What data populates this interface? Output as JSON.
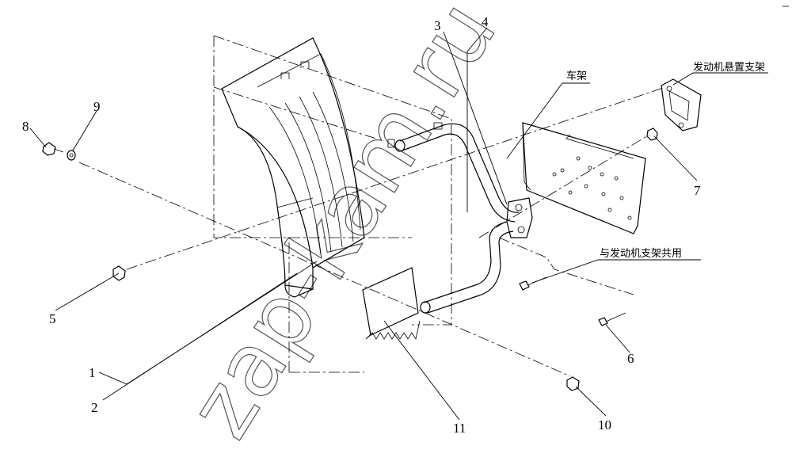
{
  "callouts": [
    "1",
    "2",
    "3",
    "4",
    "5",
    "6",
    "7",
    "8",
    "9",
    "10",
    "11"
  ],
  "labels": {
    "frame": "车架",
    "engine_bracket": "发动机悬置支架",
    "shared": "与发动机支架共用"
  },
  "watermark": "zap-kam.ru"
}
